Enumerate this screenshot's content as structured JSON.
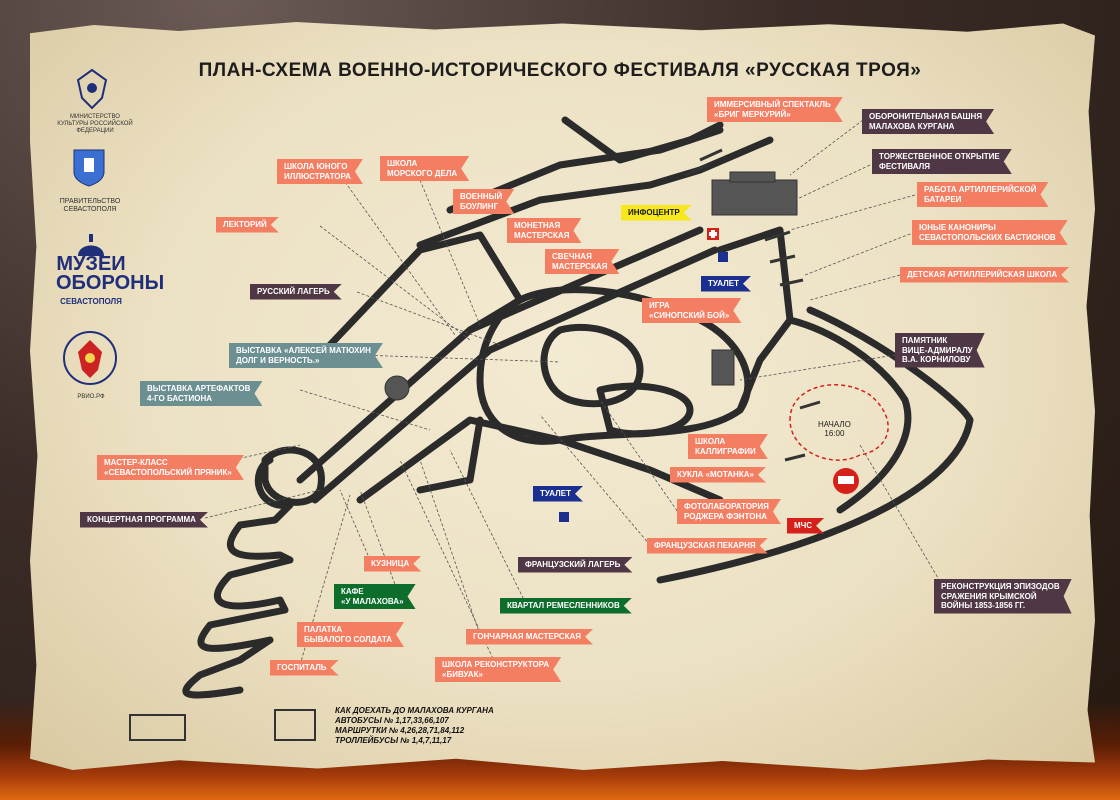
{
  "title": "ПЛАН-СХЕМА ВОЕННО-ИСТОРИЧЕСКОГО ФЕСТИВАЛЯ «РУССКАЯ ТРОЯ»",
  "colors": {
    "salmon": "#f47e62",
    "dark": "#4f3745",
    "teal": "#6c8f92",
    "green": "#0c6e2a",
    "red": "#d6201a",
    "yellow": "#f6e81a",
    "blue": "#1a2f8f",
    "paper": "#ece1c3"
  },
  "logos": {
    "ministry": "МИНИСТЕРСТВО КУЛЬТУРЫ РОССИЙСКОЙ ФЕДЕРАЦИИ",
    "government_1": "ПРАВИТЕЛЬСТВО",
    "government_2": "СЕВАСТОПОЛЯ",
    "museum_1": "МУЗЕИ",
    "museum_2": "ОБОРОНЫ",
    "museum_3": "СЕВАСТОПОЛЯ",
    "rvio_site": "рвио.рф",
    "icons": [
      "coat-of-arms-icon",
      "sevastopol-shield-icon",
      "museum-dome-icon",
      "rvio-emblem-icon"
    ]
  },
  "labels": {
    "immersive": [
      "ИММЕРСИВНЫЙ СПЕКТАКЛЬ",
      "«БРИГ МЕРКУРИЙ»"
    ],
    "tower": [
      "ОБОРОНИТЕЛЬНАЯ БАШНЯ",
      "МАЛАХОВА КУРГАНА"
    ],
    "opening": [
      "ТОРЖЕСТВЕННОЕ ОТКРЫТИЕ",
      "ФЕСТИВАЛЯ"
    ],
    "artillery": [
      "РАБОТА АРТИЛЛЕРИЙСКОЙ",
      "БАТАРЕИ"
    ],
    "gunners": [
      "ЮНЫЕ КАНОНИРЫ",
      "СЕВАСТОПОЛЬСКИХ БАСТИОНОВ"
    ],
    "kids_artillery": [
      "ДЕТСКАЯ АРТИЛЛЕРИЙСКАЯ ШКОЛА"
    ],
    "illustrator": [
      "ШКОЛА ЮНОГО",
      "ИЛЛЮСТРАТОРА"
    ],
    "sea_school": [
      "ШКОЛА",
      "МОРСКОГО ДЕЛА"
    ],
    "bowling": [
      "ВОЕННЫЙ",
      "БОУЛИНГ"
    ],
    "lectorium": [
      "ЛЕКТОРИЙ"
    ],
    "mint": [
      "МОНЕТНАЯ",
      "МАСТЕРСКАЯ"
    ],
    "infocenter": [
      "ИНФОЦЕНТР"
    ],
    "candle": [
      "СВЕЧНАЯ",
      "МАСТЕРСКАЯ"
    ],
    "toilet_1": [
      "ТУАЛЕТ"
    ],
    "russian_camp": [
      "РУССКИЙ ЛАГЕРЬ"
    ],
    "sinop": [
      "ИГРА",
      "«СИНОПСКИЙ БОЙ»"
    ],
    "matyukhin": [
      "ВЫСТАВКА «АЛЕКСЕЙ МАТЮХИН",
      "ДОЛГ И ВЕРНОСТЬ.»"
    ],
    "artifacts": [
      "ВЫСТАВКА АРТЕФАКТОВ",
      "4-ГО БАСТИОНА"
    ],
    "kornilov": [
      "ПАМЯТНИК",
      "ВИЦЕ-АДМИРАЛУ",
      "В.А. КОРНИЛОВУ"
    ],
    "calligraphy": [
      "ШКОЛА",
      "КАЛЛИГРАФИИ"
    ],
    "motanka": [
      "КУКЛА «МОТАНКА»"
    ],
    "gingerbread": [
      "МАСТЕР-КЛАСС",
      "«СЕВАСТОПОЛЬСКИЙ ПРЯНИК»"
    ],
    "toilet_2": [
      "ТУАЛЕТ"
    ],
    "fenton": [
      "ФОТОЛАБОРАТОРИЯ",
      "РОДЖЕРА ФЭНТОНА"
    ],
    "concert": [
      "КОНЦЕРТНАЯ ПРОГРАММА"
    ],
    "mchs": [
      "МЧС"
    ],
    "french_bakery": [
      "ФРАНЦУЗСКАЯ ПЕКАРНЯ"
    ],
    "forge": [
      "КУЗНИЦА"
    ],
    "french_camp": [
      "ФРАНЦУЗСКИЙ ЛАГЕРЬ"
    ],
    "cafe": [
      "КАФЕ",
      "«У МАЛАХОВА»"
    ],
    "craftsmen": [
      "КВАРТАЛ РЕМЕСЛЕННИКОВ"
    ],
    "reconstruction": [
      "РЕКОНСТРУКЦИЯ ЭПИЗОДОВ",
      "СРАЖЕНИЯ КРЫМСКОЙ",
      "ВОЙНЫ 1853-1856 ГГ."
    ],
    "soldier_tent": [
      "ПАЛАТКА",
      "БЫВАЛОГО СОЛДАТА"
    ],
    "pottery": [
      "ГОНЧАРНАЯ МАСТЕРСКАЯ"
    ],
    "hospital": [
      "ГОСПИТАЛЬ"
    ],
    "bivouac": [
      "ШКОЛА РЕКОНСТРУКТОРА",
      "«БИВУАК»"
    ]
  },
  "start": [
    "НАЧАЛО",
    "16:00"
  ],
  "directions": {
    "heading": "КАК ДОЕХАТЬ ДО МАЛАХОВА КУРГАНА",
    "buses": "АВТОБУСЫ № 1,17,33,66,107",
    "minibuses": "МАРШРУТКИ № 4,26,28,71,84,112",
    "trolleybuses": "ТРОЛЛЕЙБУСЫ № 1,4,7,11,17"
  }
}
